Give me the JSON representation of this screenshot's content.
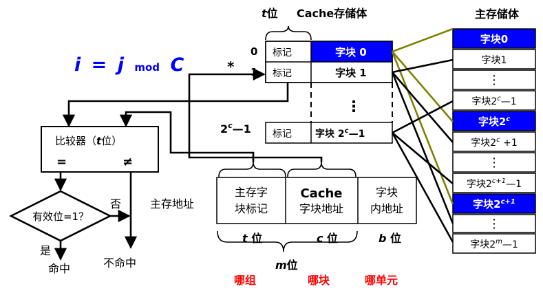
{
  "formula": {
    "i": "i",
    "eq": "=",
    "j": "j",
    "mod": "mod",
    "c": "C"
  },
  "cache": {
    "header_t": "t",
    "header_wei": "位",
    "header_title": "Cache存储体",
    "row_index_0": "0",
    "row_index_1": "1",
    "row_index_last_base": "2",
    "row_index_last_sup": "c",
    "row_index_last_tail": "—1",
    "star": "*",
    "tag_label": "标记",
    "block0": "字块 0",
    "block1": "字块 1",
    "blocklast_base": "字块 2",
    "blocklast_sup": "c",
    "blocklast_tail": "—1",
    "dots": "⋮"
  },
  "main_memory": {
    "title": "主存储体",
    "rows": [
      {
        "base": "字块0",
        "sup": "",
        "tail": "",
        "highlight": true
      },
      {
        "base": "字块1",
        "sup": "",
        "tail": "",
        "highlight": false
      },
      {
        "base": "⋮",
        "sup": "",
        "tail": "",
        "highlight": false
      },
      {
        "base": "字块2",
        "sup": "c",
        "tail": "—1",
        "highlight": false
      },
      {
        "base": "字块2",
        "sup": "c",
        "tail": "",
        "highlight": true
      },
      {
        "base": "字块2",
        "sup": "c",
        "tail": " +1",
        "highlight": false
      },
      {
        "base": "⋮",
        "sup": "",
        "tail": "",
        "highlight": false
      },
      {
        "base": "字块2",
        "sup": "c+1",
        "tail": "—1",
        "highlight": false
      },
      {
        "base": "字块2",
        "sup": "c+1",
        "tail": "",
        "highlight": true
      },
      {
        "base": "⋮",
        "sup": "",
        "tail": "",
        "highlight": false
      },
      {
        "base": "字块2",
        "sup": "m",
        "tail": "—1",
        "highlight": false
      }
    ]
  },
  "address": {
    "label": "主存地址",
    "field1_line1": "主存字",
    "field1_line2": "块标记",
    "field2_line1": "Cache",
    "field2_line2": "字块地址",
    "field3_line1": "字块",
    "field3_line2": "内地址",
    "t_bits_var": "t",
    "t_bits_wei": " 位",
    "c_bits_var": "c",
    "c_bits_wei": " 位",
    "b_bits_var": "b",
    "b_bits_wei": " 位",
    "m_bits_var": "m",
    "m_bits_wei": "位",
    "which_group": "哪组",
    "which_block": "哪块",
    "which_unit": "哪单元"
  },
  "comparator": {
    "label_pre": "比较器（",
    "label_t": "t",
    "label_post": "位）",
    "eq": "=",
    "neq": "≠",
    "valid_prompt": "有效位=1？",
    "no": "否",
    "yes": "是",
    "hit": "命中",
    "miss": "不命中"
  },
  "colors": {
    "highlight_fill": "#0000ff",
    "highlight_text": "#ffffff",
    "mapping_olive": "#808000",
    "red_text": "#ff0000",
    "formula_blue": "#0000ff"
  }
}
